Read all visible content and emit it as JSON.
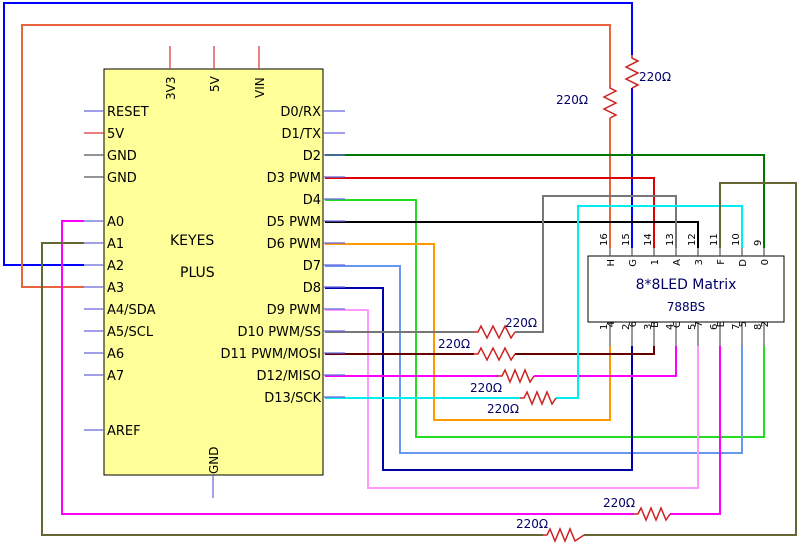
{
  "board": {
    "name_line1": "KEYES",
    "name_line2": "PLUS",
    "top_pins": [
      "3V3",
      "5V",
      "VIN"
    ],
    "bottom_pin": "GND",
    "left_pins": [
      "RESET",
      "5V",
      "GND",
      "GND",
      "A0",
      "A1",
      "A2",
      "A3",
      "A4/SDA",
      "A5/SCL",
      "A6",
      "A7",
      "AREF"
    ],
    "right_pins": [
      "D0/RX",
      "D1/TX",
      "D2",
      "D3 PWM",
      "D4",
      "D5 PWM",
      "D6 PWM",
      "D7",
      "D8",
      "D9 PWM",
      "D10 PWM/SS",
      "D11 PWM/MOSI",
      "D12/MISO",
      "D13/SCK"
    ]
  },
  "matrix": {
    "title": "8*8LED Matrix",
    "model": "788BS",
    "top_pin_numbers": [
      "16",
      "15",
      "14",
      "13",
      "12",
      "11",
      "10",
      "9"
    ],
    "top_pin_letters": [
      "H",
      "G",
      "1",
      "A",
      "3",
      "F",
      "D",
      "0"
    ],
    "bottom_pin_numbers": [
      "1",
      "2",
      "3",
      "4",
      "5",
      "6",
      "7",
      "8"
    ],
    "bottom_pin_letters": [
      "4",
      "6",
      "B",
      "C",
      "7",
      "E",
      "5",
      "2"
    ]
  },
  "resistors": [
    "220Ω",
    "220Ω",
    "220Ω",
    "220Ω",
    "220Ω",
    "220Ω",
    "220Ω",
    "220Ω"
  ],
  "colors": {
    "board_fill": "#ffff99",
    "orange_red": "#e8643c",
    "blue": "#0000ff",
    "dark_blue": "#0000aa",
    "green": "#007700",
    "red": "#dd0000",
    "lime": "#22dd22",
    "black": "#000000",
    "orange": "#ff9900",
    "steel_blue": "#6699ee",
    "magenta": "#ff00ff",
    "pink": "#ff99ff",
    "gray": "#777777",
    "maroon": "#660000",
    "cyan": "#00eeee",
    "olive": "#666633",
    "resistor": "#cc2222",
    "pin_stub": "#6666dd",
    "pin_red": "#dd3333"
  }
}
